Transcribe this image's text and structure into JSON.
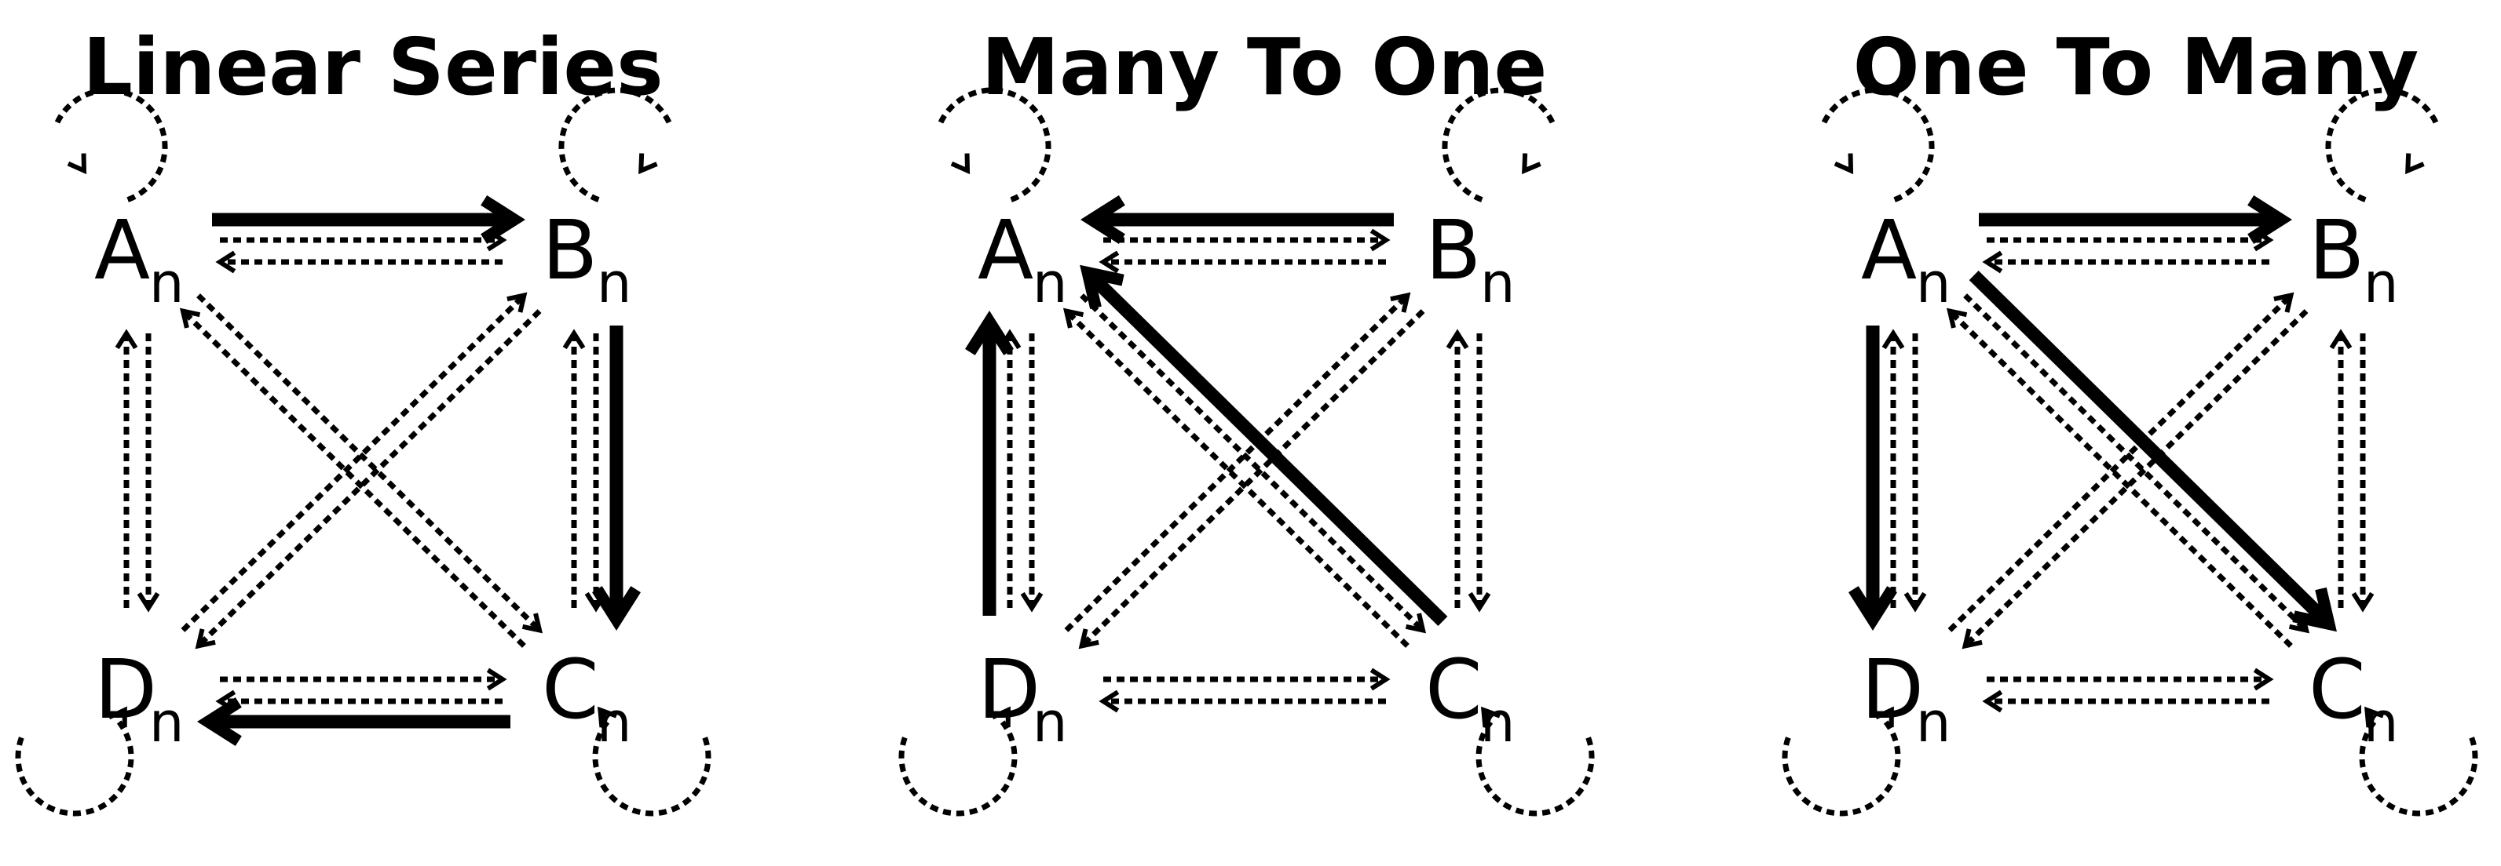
{
  "panels": [
    {
      "title": "Linear Series",
      "nodes": [
        {
          "id": "A",
          "letter": "A",
          "sub": "n"
        },
        {
          "id": "B",
          "letter": "B",
          "sub": "n"
        },
        {
          "id": "C",
          "letter": "C",
          "sub": "n"
        },
        {
          "id": "D",
          "letter": "D",
          "sub": "n"
        }
      ],
      "strong_edges": [
        [
          "A",
          "B"
        ],
        [
          "B",
          "C"
        ],
        [
          "C",
          "D"
        ]
      ]
    },
    {
      "title": "Many To One",
      "nodes": [
        {
          "id": "A",
          "letter": "A",
          "sub": "n"
        },
        {
          "id": "B",
          "letter": "B",
          "sub": "n"
        },
        {
          "id": "C",
          "letter": "C",
          "sub": "n"
        },
        {
          "id": "D",
          "letter": "D",
          "sub": "n"
        }
      ],
      "strong_edges": [
        [
          "B",
          "A"
        ],
        [
          "C",
          "A"
        ],
        [
          "D",
          "A"
        ]
      ]
    },
    {
      "title": "One To Many",
      "nodes": [
        {
          "id": "A",
          "letter": "A",
          "sub": "n"
        },
        {
          "id": "B",
          "letter": "B",
          "sub": "n"
        },
        {
          "id": "C",
          "letter": "C",
          "sub": "n"
        },
        {
          "id": "D",
          "letter": "D",
          "sub": "n"
        }
      ],
      "strong_edges": [
        [
          "A",
          "B"
        ],
        [
          "A",
          "C"
        ],
        [
          "A",
          "D"
        ]
      ]
    }
  ]
}
